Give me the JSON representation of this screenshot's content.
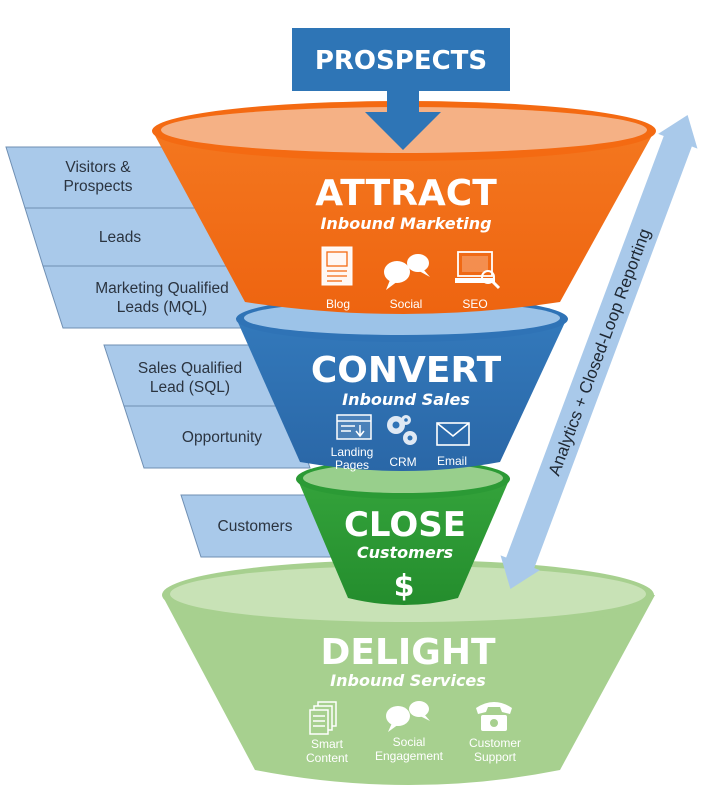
{
  "prospects": {
    "label": "PROSPECTS"
  },
  "funnel": {
    "attract": {
      "title": "ATTRACT",
      "subtitle": "Inbound Marketing",
      "icons": [
        {
          "label": "Blog",
          "icon": "blog-icon"
        },
        {
          "label": "Social",
          "icon": "social-icon"
        },
        {
          "label": "SEO",
          "icon": "seo-icon"
        }
      ]
    },
    "convert": {
      "title": "CONVERT",
      "subtitle": "Inbound Sales",
      "icons": [
        {
          "label": "Landing",
          "label2": "Pages",
          "icon": "landing-pages-icon"
        },
        {
          "label": "CRM",
          "icon": "crm-icon"
        },
        {
          "label": "Email",
          "icon": "email-icon"
        }
      ]
    },
    "close": {
      "title": "CLOSE",
      "subtitle": "Customers",
      "icon_symbol": "$"
    },
    "delight": {
      "title": "DELIGHT",
      "subtitle": "Inbound Services",
      "icons": [
        {
          "label": "Smart",
          "label2": "Content",
          "icon": "smart-content-icon"
        },
        {
          "label": "Social",
          "label2": "Engagement",
          "icon": "social-engagement-icon"
        },
        {
          "label": "Customer",
          "label2": "Support",
          "icon": "customer-support-icon"
        }
      ]
    }
  },
  "stages": [
    {
      "line1": "Visitors &",
      "line2": "Prospects"
    },
    {
      "line1": "Leads"
    },
    {
      "line1": "Marketing Qualified",
      "line2": "Leads (MQL)"
    },
    {
      "line1": "Sales Qualified",
      "line2": "Lead (SQL)"
    },
    {
      "line1": "Opportunity"
    },
    {
      "line1": "Customers"
    }
  ],
  "feedback_arrow": {
    "label": "Analytics + Closed-Loop Reporting"
  },
  "colors": {
    "orange": "#f46a12",
    "orange_top": "#f5b185",
    "blue": "#2f73b6",
    "blue_top": "#9cc3e8",
    "green": "#2b9a35",
    "green_top": "#98cf8c",
    "light_green": "#a7d08f",
    "light_green_top": "#c8e2b6",
    "stage_fill": "#a9c9ea",
    "stage_stroke": "#6f8fb3",
    "prospects": "#2e75b6"
  }
}
